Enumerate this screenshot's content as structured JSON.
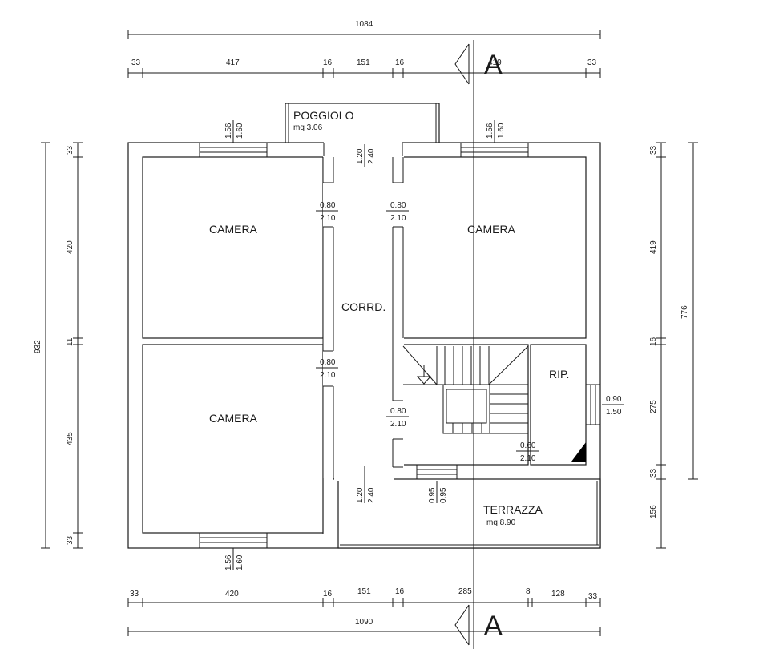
{
  "rooms": {
    "poggiolo": "POGGIOLO",
    "poggiolo_area": "mq 3.06",
    "camera_tl": "CAMERA",
    "camera_tr": "CAMERA",
    "camera_bl": "CAMERA",
    "corridor": "CORRD.",
    "ripostiglio": "RIP.",
    "terrazza": "TERRAZZA",
    "terrazza_area": "mq 8.90"
  },
  "section_marks": {
    "top": "A",
    "bottom": "A"
  },
  "dims_top": {
    "overall": "1084",
    "segments": [
      "33",
      "417",
      "16",
      "151",
      "16",
      "419",
      "33"
    ]
  },
  "dims_bottom": {
    "overall": "1090",
    "segments": [
      "33",
      "420",
      "16",
      "151",
      "16",
      "285",
      "8",
      "128",
      "33"
    ]
  },
  "dims_left": {
    "overall": "932",
    "segments": [
      "33",
      "420",
      "11",
      "435",
      "33"
    ]
  },
  "dims_right": {
    "overall": "776",
    "segments": [
      "33",
      "419",
      "16",
      "275",
      "33",
      "156"
    ]
  },
  "openings": {
    "win_tl": [
      "1.56",
      "1.60"
    ],
    "win_tr": [
      "1.56",
      "1.60"
    ],
    "win_bl": [
      "1.56",
      "1.60"
    ],
    "entry_top": [
      "1.20",
      "2.40"
    ],
    "door_camera_tl": [
      "0.80",
      "2.10"
    ],
    "door_camera_tr": [
      "0.80",
      "2.10"
    ],
    "door_camera_bl": [
      "0.80",
      "2.10"
    ],
    "door_stair": [
      "0.80",
      "2.10"
    ],
    "door_terrace": [
      "1.20",
      "2.40"
    ],
    "win_terrace": [
      "0.95",
      "0.95"
    ],
    "win_rip": [
      "0.90",
      "1.50"
    ],
    "door_rip": [
      "0.60",
      "2.10"
    ]
  }
}
